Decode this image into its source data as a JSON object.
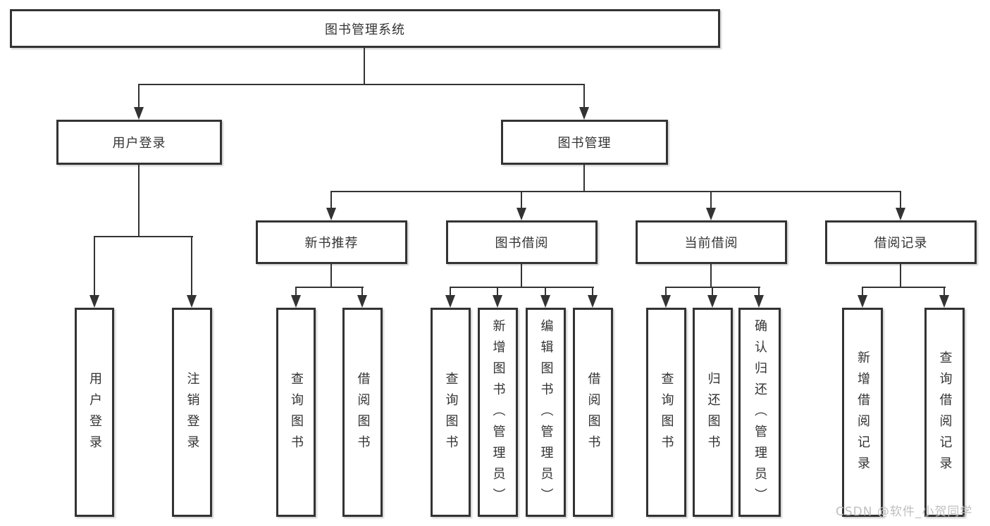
{
  "diagram": {
    "root": {
      "label": "图书管理系统"
    },
    "level1": [
      {
        "label": "用户登录"
      },
      {
        "label": "图书管理"
      }
    ],
    "level2": [
      {
        "label": "新书推荐"
      },
      {
        "label": "图书借阅"
      },
      {
        "label": "当前借阅"
      },
      {
        "label": "借阅记录"
      }
    ],
    "leaves": [
      {
        "label": "用户登录"
      },
      {
        "label": "注销登录"
      },
      {
        "label": "查询图书"
      },
      {
        "label": "借阅图书"
      },
      {
        "label": "查询图书"
      },
      {
        "label": "新增图书（管理员）"
      },
      {
        "label": "编辑图书（管理员）"
      },
      {
        "label": "借阅图书"
      },
      {
        "label": "查询图书"
      },
      {
        "label": "归还图书"
      },
      {
        "label": "确认归还（管理员）"
      },
      {
        "label": "新增借阅记录"
      },
      {
        "label": "查询借阅记录"
      }
    ],
    "colors": {
      "line": "#333333",
      "box_border": "#333333",
      "box_fill": "#ffffff",
      "text": "#333333",
      "watermark": "#bfbfbf"
    }
  },
  "watermark": {
    "text": "CSDN @软件_小贺同学"
  }
}
